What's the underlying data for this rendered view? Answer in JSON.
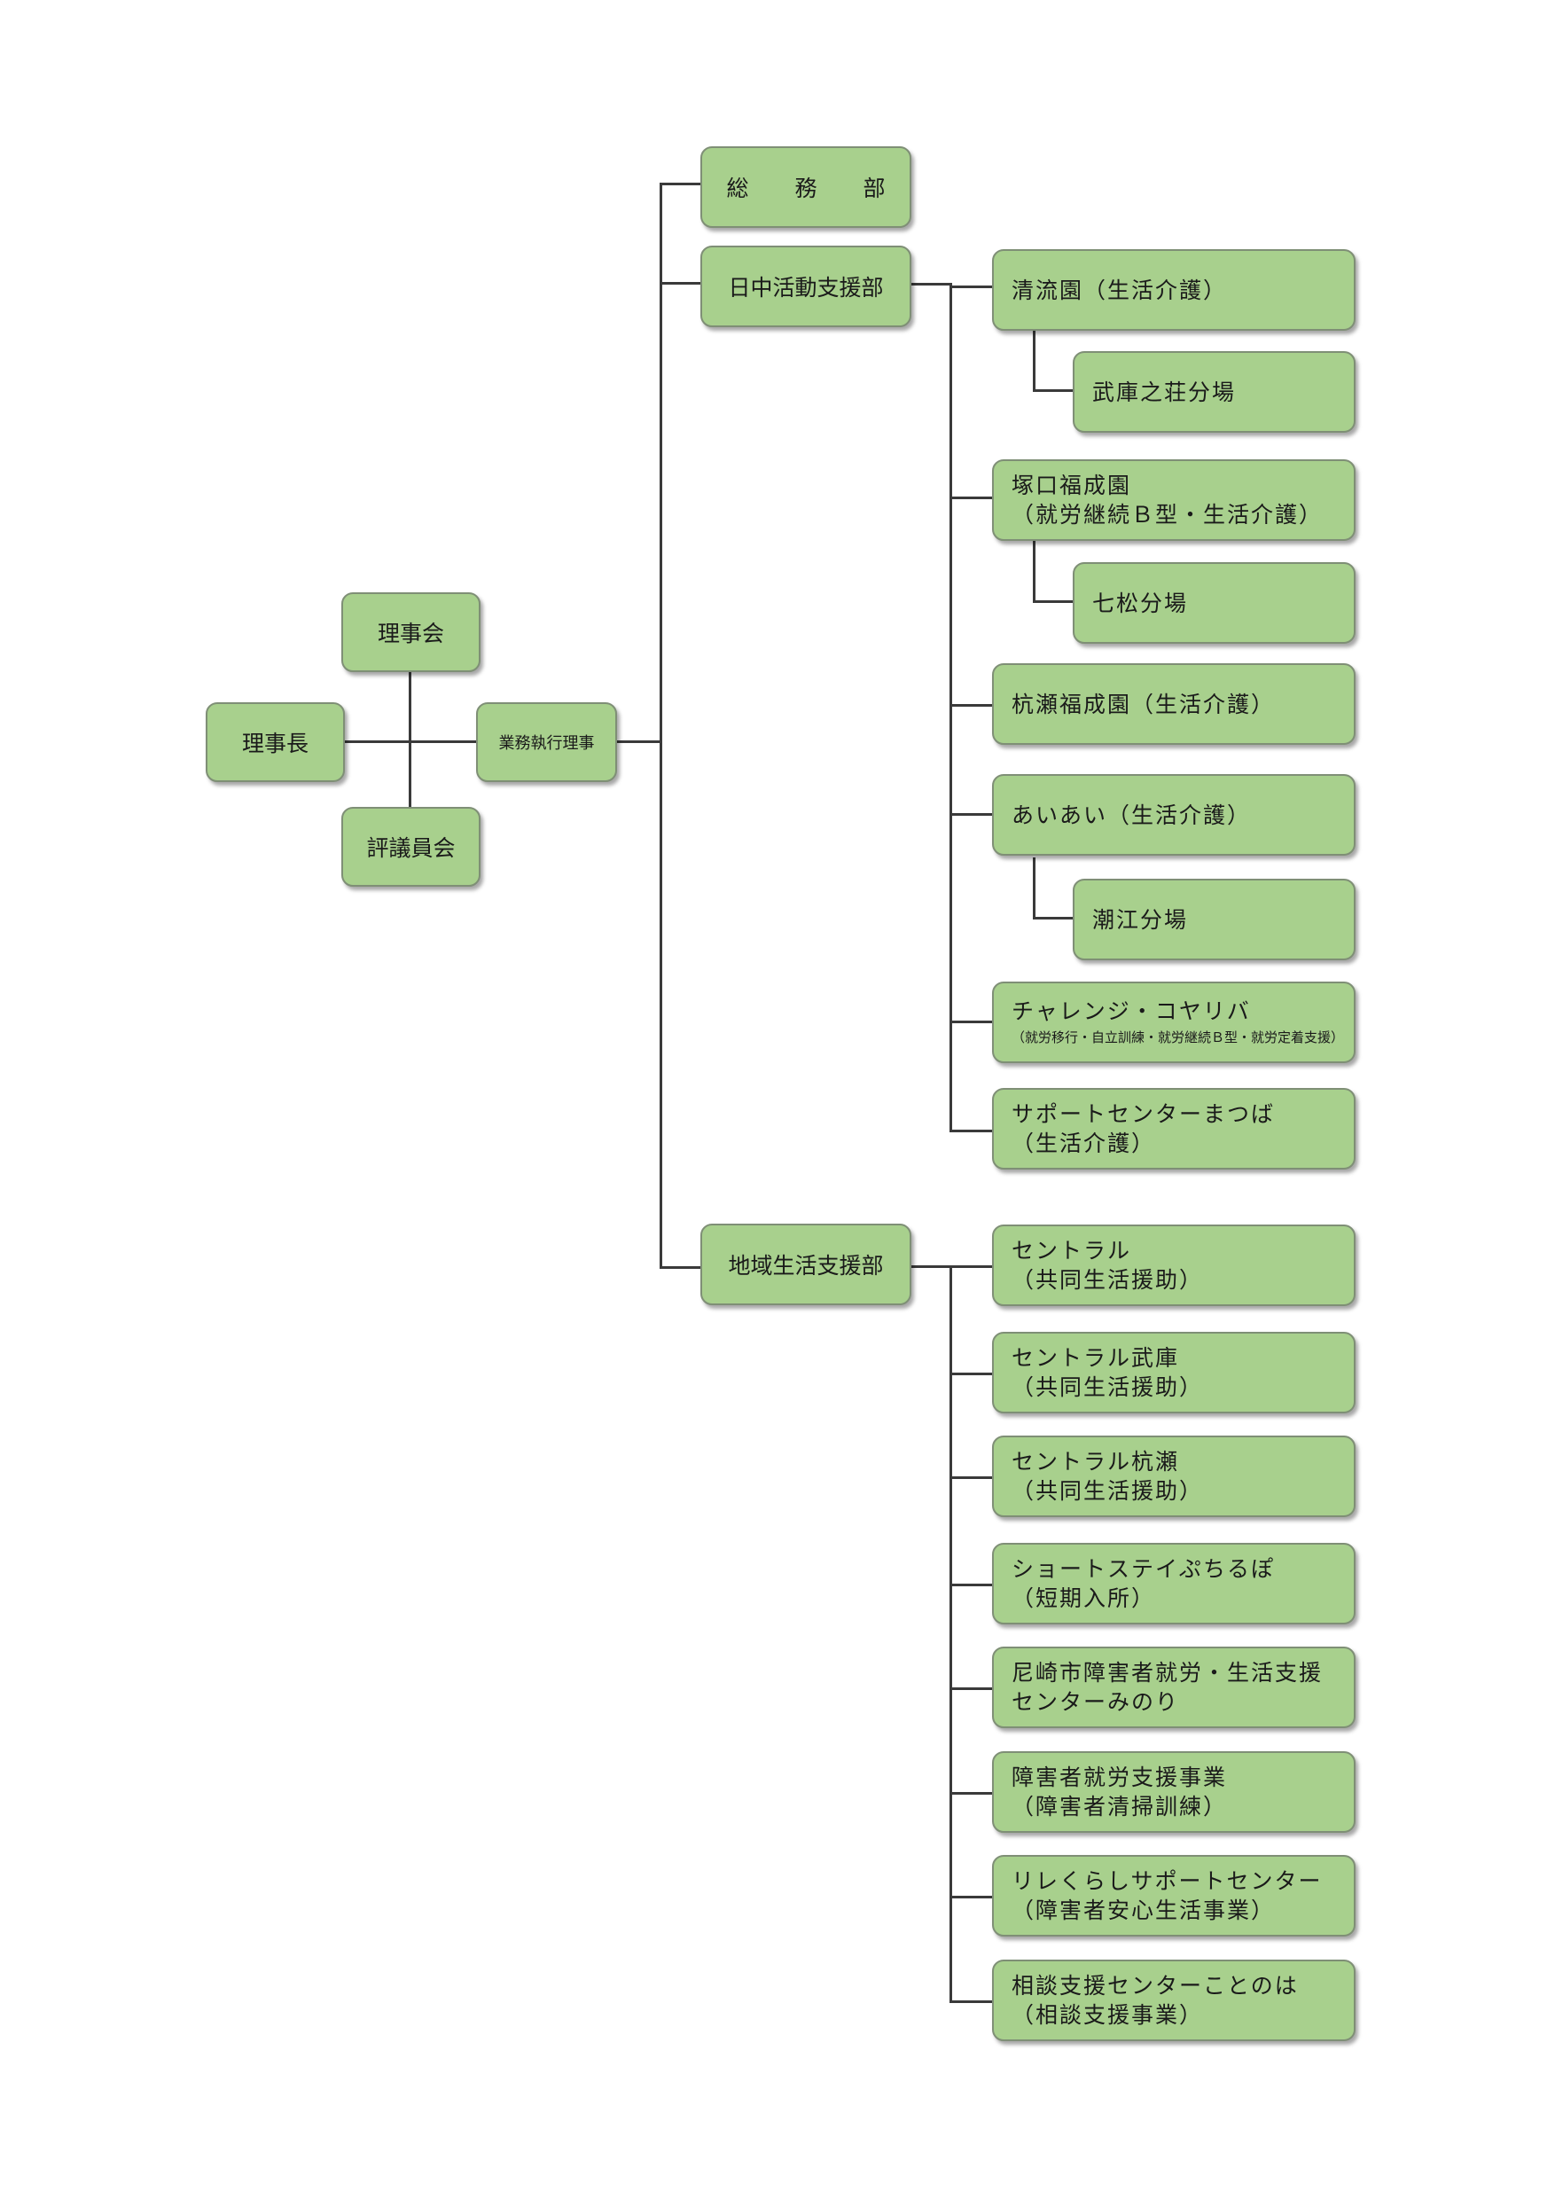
{
  "left": {
    "board": "理事会",
    "chairman": "理事長",
    "councilors": "評議員会",
    "executive": "業務執行理事"
  },
  "departments": {
    "general": "総 務 部",
    "day": "日中活動支援部",
    "community": "地域生活支援部"
  },
  "units": [
    {
      "line1": "清流園（生活介護）",
      "line2": ""
    },
    {
      "line1": "武庫之荘分場",
      "line2": ""
    },
    {
      "line1": "塚口福成園",
      "line2": "（就労継続Ｂ型・生活介護）"
    },
    {
      "line1": "七松分場",
      "line2": ""
    },
    {
      "line1": "杭瀬福成園（生活介護）",
      "line2": ""
    },
    {
      "line1": "あいあい（生活介護）",
      "line2": ""
    },
    {
      "line1": "潮江分場",
      "line2": ""
    },
    {
      "line1": "チャレンジ・コヤリバ",
      "line2": "（就労移行・自立訓練・就労継続Ｂ型・就労定着支援）"
    },
    {
      "line1": "サポートセンターまつば",
      "line2": "（生活介護）"
    },
    {
      "line1": "セントラル",
      "line2": "（共同生活援助）"
    },
    {
      "line1": "セントラル武庫",
      "line2": "（共同生活援助）"
    },
    {
      "line1": "セントラル杭瀬",
      "line2": "（共同生活援助）"
    },
    {
      "line1": "ショートステイぷちるぽ",
      "line2": "（短期入所）"
    },
    {
      "line1": "尼崎市障害者就労・生活支援",
      "line2": "センターみのり"
    },
    {
      "line1": "障害者就労支援事業",
      "line2": "（障害者清掃訓練）"
    },
    {
      "line1": "リレくらしサポートセンター",
      "line2": "（障害者安心生活事業）"
    },
    {
      "line1": "相談支援センターことのは",
      "line2": "（相談支援事業）"
    }
  ]
}
